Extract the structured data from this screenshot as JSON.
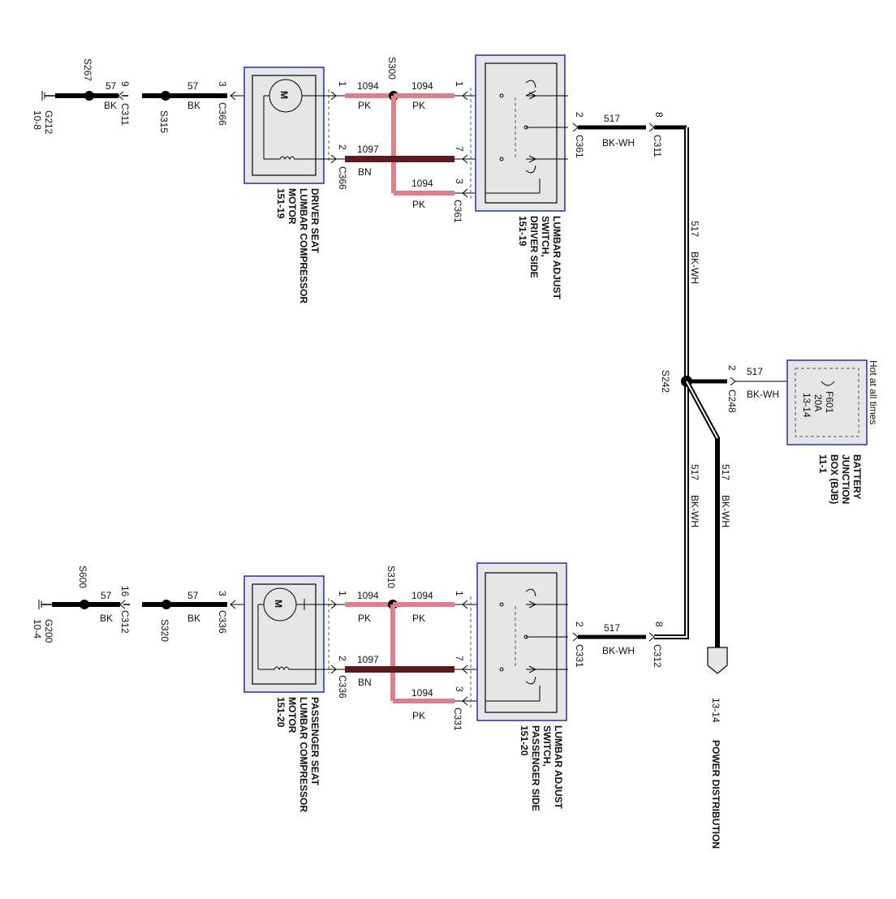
{
  "colors": {
    "pk": "#e27d8a",
    "bn": "#5a1c1c",
    "bk": "#000000",
    "box": "#2a2ab8",
    "fill": "#e6e6e6"
  },
  "labels": {
    "g212": "G212",
    "g212_ref": "10-8",
    "s267": "S267",
    "c311_pin": "9",
    "c311": "C311",
    "w57a": "57",
    "bka": "BK",
    "s315": "S315",
    "w57b": "57",
    "bkb": "BK",
    "c366_pin3": "3",
    "c366_a": "C366",
    "drv_motor": [
      "DRIVER SEAT",
      "LUMBAR COMPRESSOR",
      "MOTOR",
      "151-19"
    ],
    "pin1a": "1",
    "w1094a": "1094",
    "pka": "PK",
    "s300": "S300",
    "w1094b": "1094",
    "pkb": "PK",
    "pin2a": "2",
    "c366_b": "C366",
    "w1097a": "1097",
    "bna": "BN",
    "w1094c": "1094",
    "pkc": "PK",
    "pin3a": "3",
    "c361_a": "C361",
    "pin1b": "1",
    "pin7a": "7",
    "drv_switch": [
      "LUMBAR ADJUST",
      "SWITCH,",
      "DRIVER SIDE",
      "151-19"
    ],
    "pin2b": "2",
    "c361_b": "C361",
    "w517a": "517",
    "bkwha": "BK-WH",
    "pin8a": "8",
    "c311_b": "C311",
    "w517v1": "517",
    "bkwhv1": "BK-WH",
    "s242": "S242",
    "pin2c": "2",
    "c248": "C248",
    "w517b": "517",
    "bkwhb": "BK-WH",
    "hot": "Hot at all times",
    "fuse": [
      "F601",
      "20A",
      "13-14"
    ],
    "bjb": [
      "BATTERY",
      "JUNCTION",
      "BOX (BJB)",
      "11-1"
    ],
    "w517v2": "517",
    "bkwhv2": "BK-WH",
    "w517v3": "517",
    "bkwhv3": "BK-WH",
    "g200": "G200",
    "g200_ref": "10-4",
    "s600": "S600",
    "c312_pin": "16",
    "c312": "C312",
    "w57c": "57",
    "bkc": "BK",
    "s320": "S320",
    "w57d": "57",
    "bkd": "BK",
    "c336_pin3": "3",
    "c336_a": "C336",
    "pas_motor": [
      "PASSENGER SEAT",
      "LUMBAR COMPRESSOR",
      "MOTOR",
      "151-20"
    ],
    "pin1c": "1",
    "w1094d": "1094",
    "pkd": "PK",
    "s310": "S310",
    "w1094e": "1094",
    "pke": "PK",
    "pin2d": "2",
    "c336_b": "C336",
    "w1097b": "1097",
    "bnb": "BN",
    "w1094f": "1094",
    "pkf": "PK",
    "pin3b": "3",
    "c331_a": "C331",
    "pin1d": "1",
    "pin7b": "7",
    "pas_switch": [
      "LUMBAR ADJUST",
      "SWITCH,",
      "PASSENGER SIDE",
      "151-20"
    ],
    "pin2e": "2",
    "c331_b": "C331",
    "w517c": "517",
    "bkwhc": "BK-WH",
    "pin8b": "8",
    "c312_b": "C312",
    "pd_ref": "13-14",
    "pd": "POWER DISTRIBUTION",
    "motor_m": "M"
  }
}
